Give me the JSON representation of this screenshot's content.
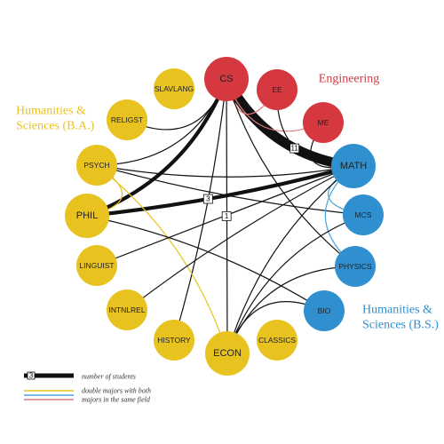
{
  "colors": {
    "yellow": "#e8c21f",
    "red": "#d5383e",
    "blue": "#2f8fcf",
    "edge": "#111111",
    "yellow_edge": "#e8c21f",
    "red_edge": "#e07a7a",
    "blue_edge": "#4aa3d8"
  },
  "groups": [
    {
      "id": "engineering",
      "label_lines": [
        "Engineering"
      ],
      "color": "#d5383e"
    },
    {
      "id": "hs_ba",
      "label_lines": [
        "Humanities &",
        "Sciences (B.A.)"
      ],
      "color": "#e8c21f"
    },
    {
      "id": "hs_bs",
      "label_lines": [
        "Humanities &",
        "Sciences (B.S.)"
      ],
      "color": "#2f8fcf"
    }
  ],
  "nodes": [
    {
      "id": "CS",
      "label": "CS",
      "group": "engineering",
      "size": "l"
    },
    {
      "id": "EE",
      "label": "EE",
      "group": "engineering",
      "size": "m"
    },
    {
      "id": "ME",
      "label": "ME",
      "group": "engineering",
      "size": "m"
    },
    {
      "id": "MATH",
      "label": "MATH",
      "group": "hs_bs",
      "size": "l"
    },
    {
      "id": "MCS",
      "label": "MCS",
      "group": "hs_bs",
      "size": "m"
    },
    {
      "id": "PHYSICS",
      "label": "PHYSICS",
      "group": "hs_bs",
      "size": "m"
    },
    {
      "id": "BIO",
      "label": "BIO",
      "group": "hs_bs",
      "size": "m"
    },
    {
      "id": "CLASSICS",
      "label": "CLASSICS",
      "group": "hs_ba",
      "size": "m"
    },
    {
      "id": "ECON",
      "label": "ECON",
      "group": "hs_ba",
      "size": "l"
    },
    {
      "id": "HISTORY",
      "label": "HISTORY",
      "group": "hs_ba",
      "size": "m"
    },
    {
      "id": "INTNLREL",
      "label": "INTNLREL",
      "group": "hs_ba",
      "size": "m"
    },
    {
      "id": "LINGUIST",
      "label": "LINGUIST",
      "group": "hs_ba",
      "size": "m"
    },
    {
      "id": "PHIL",
      "label": "PHIL",
      "group": "hs_ba",
      "size": "l"
    },
    {
      "id": "PSYCH",
      "label": "PSYCH",
      "group": "hs_ba",
      "size": "m"
    },
    {
      "id": "RELIGST",
      "label": "RELIGST",
      "group": "hs_ba",
      "size": "m"
    },
    {
      "id": "SLAVLANG",
      "label": "SLAVLANG",
      "group": "hs_ba",
      "size": "m"
    }
  ],
  "edges": [
    {
      "source": "CS",
      "target": "MATH",
      "students": 11,
      "kind": "black",
      "badge": "11"
    },
    {
      "source": "CS",
      "target": "PHIL",
      "students": 3,
      "kind": "black",
      "badge": ""
    },
    {
      "source": "MATH",
      "target": "PHIL",
      "students": 3,
      "kind": "black",
      "badge": "3"
    },
    {
      "source": "CS",
      "target": "ECON",
      "students": 1,
      "kind": "black",
      "badge": "1"
    },
    {
      "source": "CS",
      "target": "EE",
      "students": 1,
      "kind": "red",
      "badge": ""
    },
    {
      "source": "CS",
      "target": "ME",
      "students": 1,
      "kind": "red",
      "badge": ""
    },
    {
      "source": "EE",
      "target": "MATH",
      "students": 1,
      "kind": "black",
      "badge": ""
    },
    {
      "source": "ME",
      "target": "MATH",
      "students": 1,
      "kind": "black",
      "badge": ""
    },
    {
      "source": "CS",
      "target": "RELIGST",
      "students": 1,
      "kind": "black",
      "badge": ""
    },
    {
      "source": "CS",
      "target": "PSYCH",
      "students": 1,
      "kind": "black",
      "badge": ""
    },
    {
      "source": "CS",
      "target": "HISTORY",
      "students": 1,
      "kind": "black",
      "badge": ""
    },
    {
      "source": "CS",
      "target": "PHYSICS",
      "students": 1,
      "kind": "black",
      "badge": ""
    },
    {
      "source": "PSYCH",
      "target": "MCS",
      "students": 1,
      "kind": "black",
      "badge": ""
    },
    {
      "source": "PSYCH",
      "target": "MATH",
      "students": 1,
      "kind": "black",
      "badge": ""
    },
    {
      "source": "PSYCH",
      "target": "PHIL",
      "students": 1,
      "kind": "yellow",
      "badge": ""
    },
    {
      "source": "PSYCH",
      "target": "ECON",
      "students": 1,
      "kind": "yellow",
      "badge": ""
    },
    {
      "source": "MATH",
      "target": "MCS",
      "students": 1,
      "kind": "blue",
      "badge": ""
    },
    {
      "source": "MATH",
      "target": "PHYSICS",
      "students": 1,
      "kind": "blue",
      "badge": ""
    },
    {
      "source": "MATH",
      "target": "LINGUIST",
      "students": 1,
      "kind": "black",
      "badge": ""
    },
    {
      "source": "MATH",
      "target": "INTNLREL",
      "students": 1,
      "kind": "black",
      "badge": ""
    },
    {
      "source": "MATH",
      "target": "ECON",
      "students": 1,
      "kind": "black",
      "badge": ""
    },
    {
      "source": "MCS",
      "target": "ECON",
      "students": 1,
      "kind": "black",
      "badge": ""
    },
    {
      "source": "BIO",
      "target": "ECON",
      "students": 1,
      "kind": "black",
      "badge": ""
    },
    {
      "source": "BIO",
      "target": "PHIL",
      "students": 1,
      "kind": "black",
      "badge": ""
    },
    {
      "source": "PHYSICS",
      "target": "ECON",
      "students": 1,
      "kind": "black",
      "badge": ""
    }
  ],
  "legend": {
    "badge": "3",
    "students_label": "number of students",
    "double_major_label": "double majors with both",
    "same_field_label": "majors in  the  same field"
  }
}
